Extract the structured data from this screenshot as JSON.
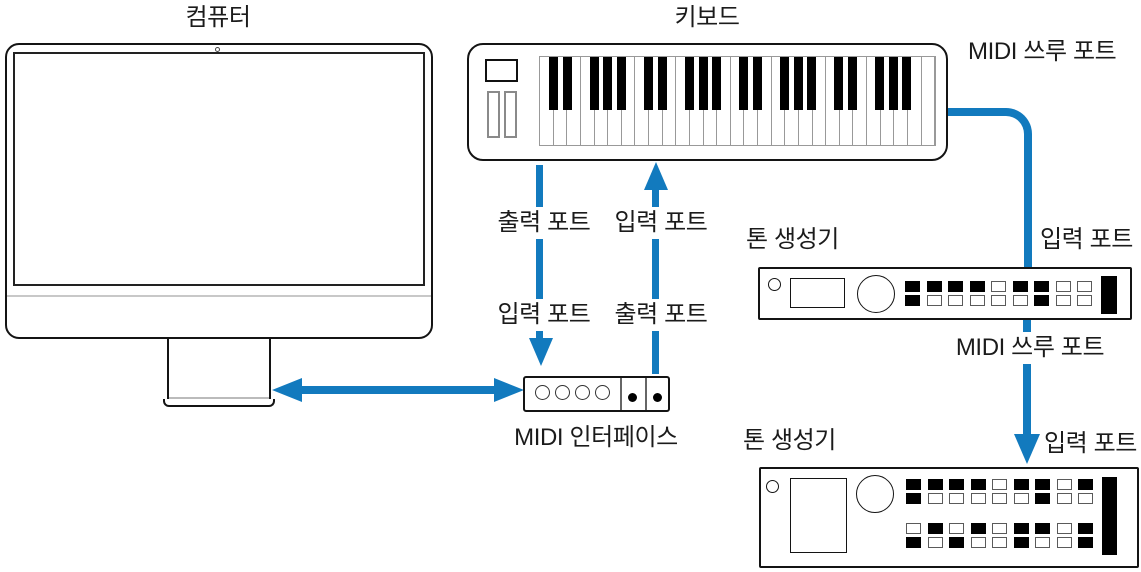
{
  "colors": {
    "accent_blue": "#127abe",
    "outline_black": "#141414"
  },
  "labels": {
    "computer": "컴퓨터",
    "keyboard": "키보드",
    "keyboard_thru_port": "MIDI 쓰루 포트",
    "cable_left_top": "출력 포트",
    "cable_right_top": "입력 포트",
    "cable_left_bottom": "입력 포트",
    "cable_right_bottom": "출력 포트",
    "midi_interface": "MIDI 인터페이스",
    "tone_generator_1": "톤 생성기",
    "tone_generator_1_in_port": "입력 포트",
    "thru_cable_mid": "MIDI 쓰루 포트",
    "tone_generator_2": "톤 생성기",
    "tone_generator_2_in_port": "입력 포트"
  },
  "keyboard_device": {
    "white_keys": 29,
    "octaves": 4,
    "black_key_offsets_per_octave": [
      1,
      2,
      4,
      5,
      6
    ]
  },
  "tone_generator_1": {
    "buttons": [
      "111101100",
      "100000100"
    ]
  },
  "tone_generator_2": {
    "buttons_top": [
      "111101101",
      "100000100"
    ],
    "buttons_bottom": [
      "010101101",
      "101001001"
    ]
  },
  "midi_interface": {
    "thru_jacks": 4,
    "port_dots": 2
  }
}
